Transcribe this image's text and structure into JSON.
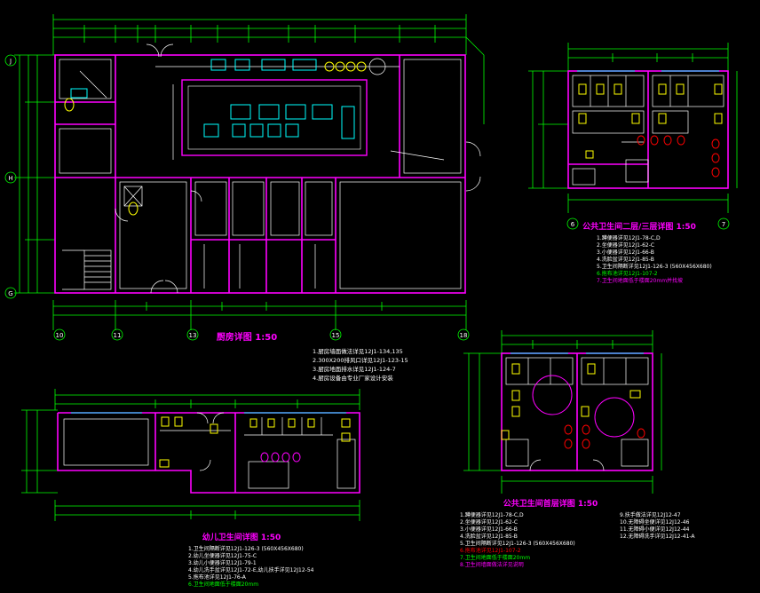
{
  "plans": {
    "kitchen": {
      "title": "厨房详图 1:50",
      "axes_bottom": [
        "10",
        "11",
        "13",
        "15",
        "18"
      ],
      "axes_left": [
        "J",
        "H",
        "G"
      ],
      "notes": [
        "1.厨房墙面做法详见12J1-134,135",
        "2.300X200排风口详见12J1-123-15",
        "3.厨房地面排水详见12J1-124-7",
        "4.厨房设备由专业厂家设计安装"
      ],
      "colors": {
        "wall": "#ff00ff",
        "dim": "#00ff00",
        "fixture": "#00ffff",
        "equip": "#ffff00",
        "text": "#ffffff"
      }
    },
    "public_wc": {
      "title": "公共卫生间二层/三层详图 1:50",
      "axes": [
        "6",
        "7"
      ],
      "notes": [
        "1.蹲便器详见12J1-78-C,D",
        "2.坐便器详见12J1-62-C",
        "3.小便器详见12J1-66-B",
        "4.洗脸盆详见12J1-85-B",
        "5.卫生间隔断详见12J1-126-3 (560X456X680)",
        "6.拖布池详见12J1-107-2",
        "7.卫生间地面低于楼面20mm并找坡"
      ]
    },
    "public_wc_ground": {
      "title": "公共卫生间首层详图 1:50",
      "notes_left": [
        "1.蹲便器详见12J1-78-C,D",
        "2.坐便器详见12J1-62-C",
        "3.小便器详见12J1-66-B",
        "4.洗脸盆详见12J1-85-B",
        "5.卫生间隔断详见12J1-126-3 (560X456X680)",
        "6.拖布池详见12J1-107-2",
        "7.卫生间地面低于楼面20mm",
        "8.卫生间墙面做法详见说明"
      ],
      "notes_right": [
        "9.扶手做法详见12J12-47",
        "10.无障碍坐便详见12J12-46",
        "11.无障碍小便详见12J12-44",
        "12.无障碍洗手详见12J12-41-A"
      ]
    },
    "child_wc": {
      "title": "幼儿卫生间详图 1:50",
      "notes": [
        "1.卫生间隔断详见12J1-126-3 (560X456X680)",
        "2.幼儿坐便器详见12J1-75-C",
        "3.幼儿小便器详见12J1-79-1",
        "4.幼儿洗手盆详见12J1-72-E,幼儿扶手详见12J12-54",
        "5.拖布池详见12J1-76-A",
        "6.卫生间地面低于楼面20mm"
      ]
    }
  }
}
